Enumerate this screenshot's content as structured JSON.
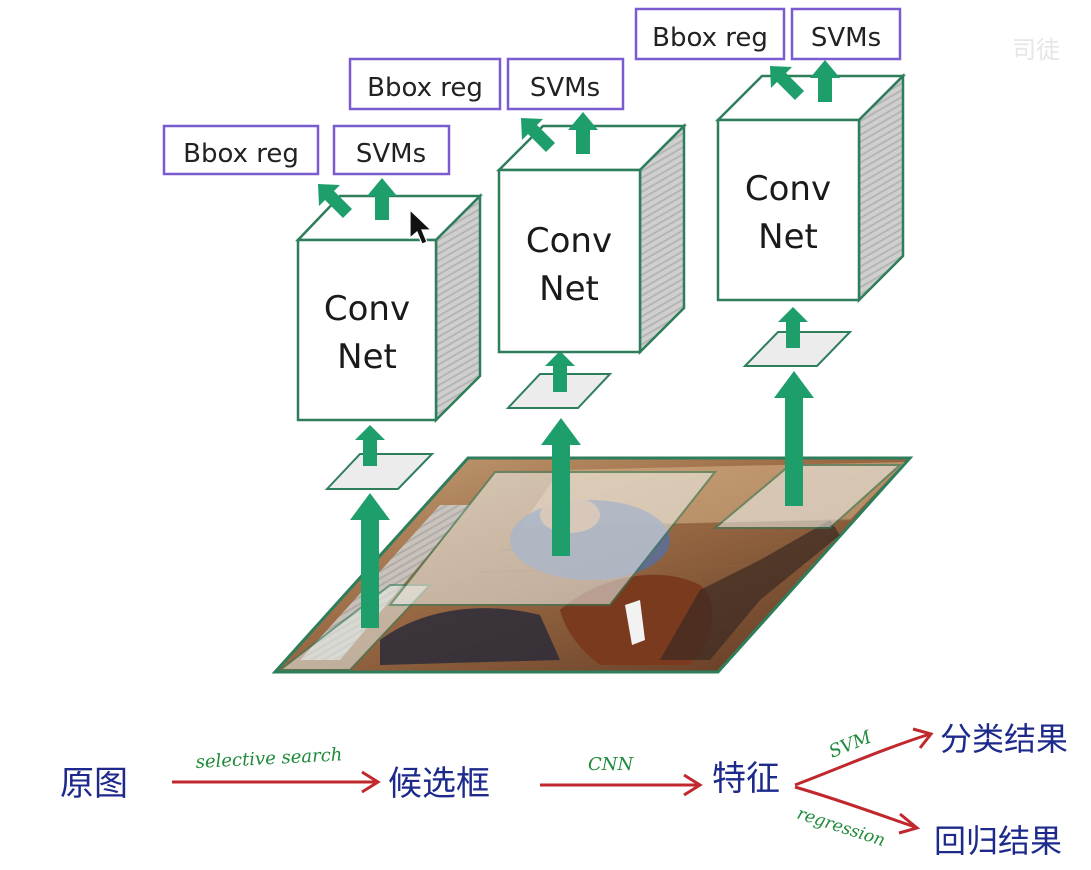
{
  "diagram": {
    "stacks": [
      {
        "conv_line1": "Conv",
        "conv_line2": "Net",
        "bbox_label": "Bbox reg",
        "svm_label": "SVMs"
      },
      {
        "conv_line1": "Conv",
        "conv_line2": "Net",
        "bbox_label": "Bbox reg",
        "svm_label": "SVMs"
      },
      {
        "conv_line1": "Conv",
        "conv_line2": "Net",
        "bbox_label": "Bbox reg",
        "svm_label": "SVMs"
      }
    ],
    "watermark": "司徒",
    "colors": {
      "arrow_green": "#1e9e6b",
      "box_outline": "#6b4cc0",
      "cube_edge": "#2e7d5b",
      "flow_red": "#c0282d",
      "hand_blue": "#1d2a8c",
      "hand_green": "#1f8a3a"
    }
  },
  "flow": {
    "source": "原图",
    "step1_label": "selective search",
    "candidates": "候选框",
    "step2_label": "CNN",
    "features": "特征",
    "branch_up_label": "SVM",
    "classification": "分类结果",
    "branch_down_label": "regression",
    "regression_result": "回归结果"
  }
}
